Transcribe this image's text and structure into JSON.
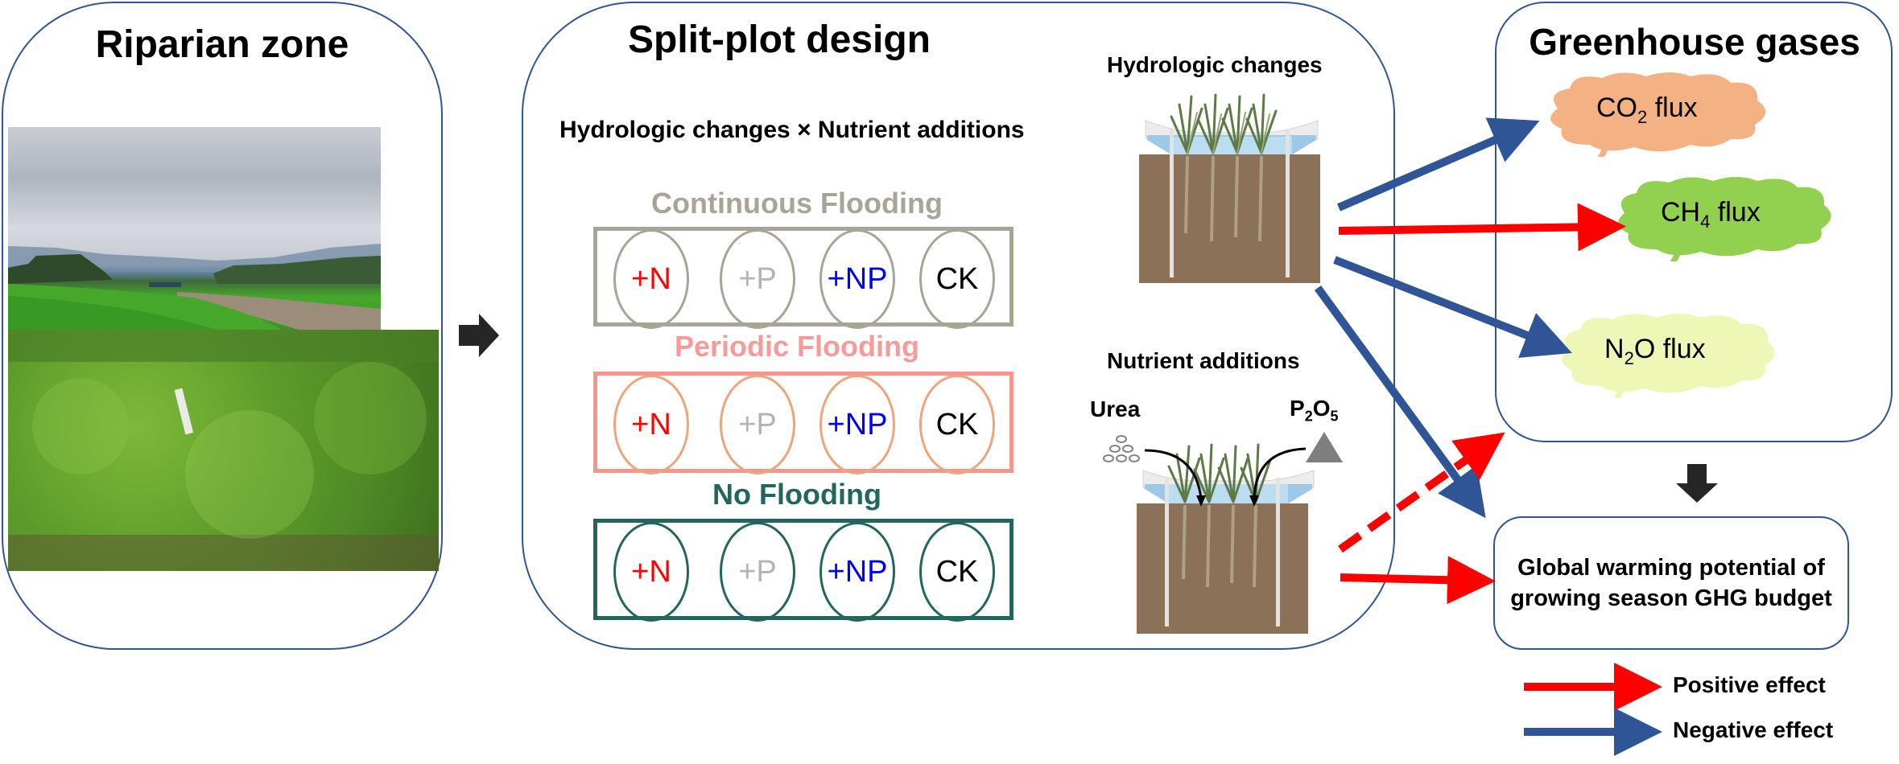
{
  "panels": {
    "riparian": {
      "title": "Riparian zone"
    },
    "split_plot": {
      "title": "Split-plot design",
      "subtitle": "Hydrologic changes × Nutrient additions",
      "groups": [
        {
          "name": "Continuous Flooding",
          "color": "#a8a496",
          "circle_border": "#a8a496",
          "treatments": [
            "+N",
            "+P",
            "+NP",
            "CK"
          ]
        },
        {
          "name": "Periodic Flooding",
          "color": "#f79a9a",
          "box_border": "#f4978a",
          "circle_border": "#f0a47e",
          "treatments": [
            "+N",
            "+P",
            "+NP",
            "CK"
          ]
        },
        {
          "name": "No Flooding",
          "color": "#22665e",
          "circle_border": "#22665e",
          "treatments": [
            "+N",
            "+P",
            "+NP",
            "CK"
          ]
        }
      ],
      "treatment_colors": {
        "+N": "#ff0000",
        "+P": "#b4b4b4",
        "+NP": "#0000ff",
        "CK": "#000000"
      },
      "hydrologic_label": "Hydrologic changes",
      "nutrient_label": "Nutrient additions",
      "urea_label": "Urea",
      "p2o5_label": {
        "base1": "P",
        "sub1": "2",
        "base2": "O",
        "sub2": "5"
      }
    },
    "ghg": {
      "title": "Greenhouse gases",
      "clouds": [
        {
          "id": "co2",
          "base": "CO",
          "sub": "2",
          "suffix": " flux",
          "color": "#f4b183"
        },
        {
          "id": "ch4",
          "base": "CH",
          "sub": "4",
          "suffix": " flux",
          "color": "#92d050"
        },
        {
          "id": "n2o",
          "base": "N",
          "sub": "2",
          "suffix": "O flux",
          "color": "#eef7b5"
        }
      ]
    },
    "gwp": {
      "text_line1": "Global warming potential of",
      "text_line2": "growing season GHG budget"
    }
  },
  "effects": [
    {
      "from": "Hydrologic changes",
      "to": "CO2 flux",
      "type": "negative"
    },
    {
      "from": "Hydrologic changes",
      "to": "CH4 flux",
      "type": "positive"
    },
    {
      "from": "Hydrologic changes",
      "to": "N2O flux",
      "type": "negative"
    },
    {
      "from": "Hydrologic changes",
      "to": "Global warming potential",
      "type": "negative"
    },
    {
      "from": "Nutrient additions",
      "to": "Greenhouse gases",
      "type": "positive-dashed"
    },
    {
      "from": "Nutrient additions",
      "to": "Global warming potential",
      "type": "positive"
    }
  ],
  "legend": {
    "positive": {
      "label": "Positive effect",
      "color": "#ff0000"
    },
    "negative": {
      "label": "Negative effect",
      "color": "#2f5597"
    }
  },
  "colors": {
    "panel_border": "#2f5597",
    "flow_arrow": "#262626",
    "soil": "#8b7157",
    "water": "#9dc8e8"
  }
}
